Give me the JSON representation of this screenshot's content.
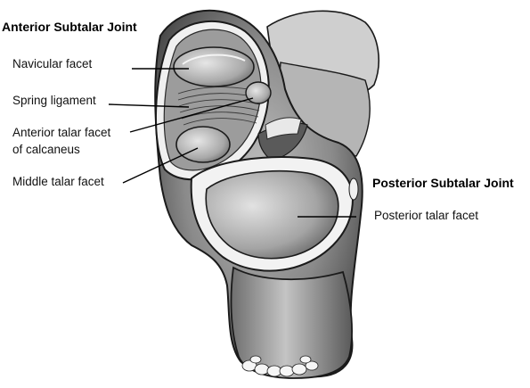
{
  "headings": {
    "anterior": "Anterior Subtalar Joint",
    "posterior": "Posterior Subtalar Joint"
  },
  "labels": {
    "navicular_facet": "Navicular facet",
    "spring_ligament": "Spring ligament",
    "anterior_talar_facet_line1": "Anterior talar facet",
    "anterior_talar_facet_line2": "of calcaneus",
    "middle_talar_facet": "Middle talar facet",
    "posterior_talar_facet": "Posterior talar facet"
  },
  "colors": {
    "bone_shadow": "#6e6e6e",
    "bone_mid": "#9a9a9a",
    "bone_light": "#d9d9d9",
    "cartilage_white": "#f4f4f4",
    "outline": "#1a1a1a"
  }
}
